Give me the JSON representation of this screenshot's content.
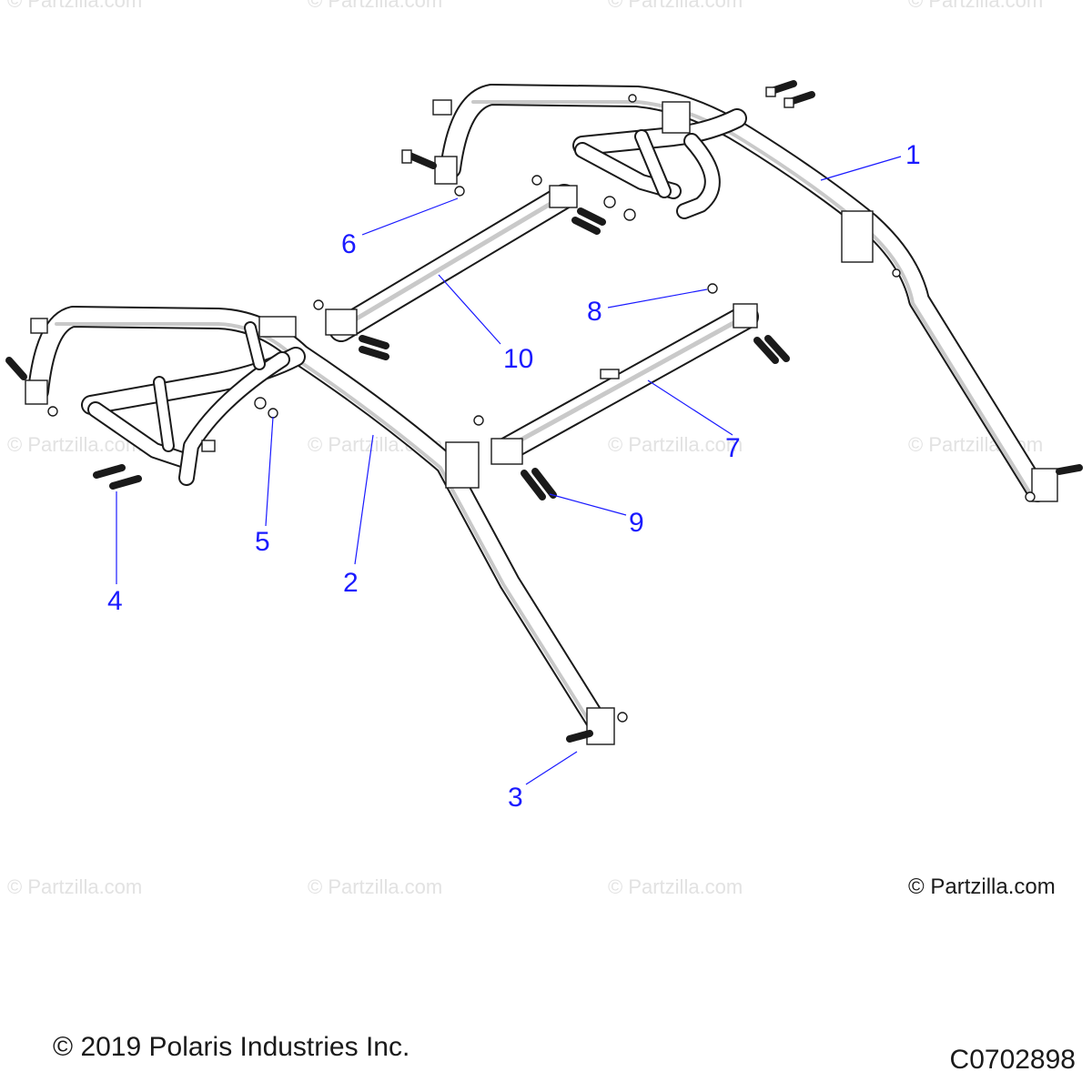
{
  "diagram": {
    "watermarks": [
      "© Partzilla.com",
      "© Partzilla.com",
      "© Partzilla.com",
      "© Partzilla.com",
      "© Partzilla.com",
      "© Partzilla.com",
      "© Partzilla.com",
      "© Partzilla.com",
      "© Partzilla.com",
      "© Partzilla.com",
      "© Partzilla.com",
      "© Partzilla.com"
    ],
    "watermark_main": "© Partzilla.com",
    "callouts": [
      "1",
      "2",
      "3",
      "4",
      "5",
      "6",
      "7",
      "8",
      "9",
      "10"
    ],
    "copyright": "© 2019 Polaris Industries Inc.",
    "diagram_code": "C0702898",
    "colors": {
      "callout": "#1a1aff",
      "line": "#1a1a1a",
      "watermark": "#e2e2e2"
    }
  }
}
